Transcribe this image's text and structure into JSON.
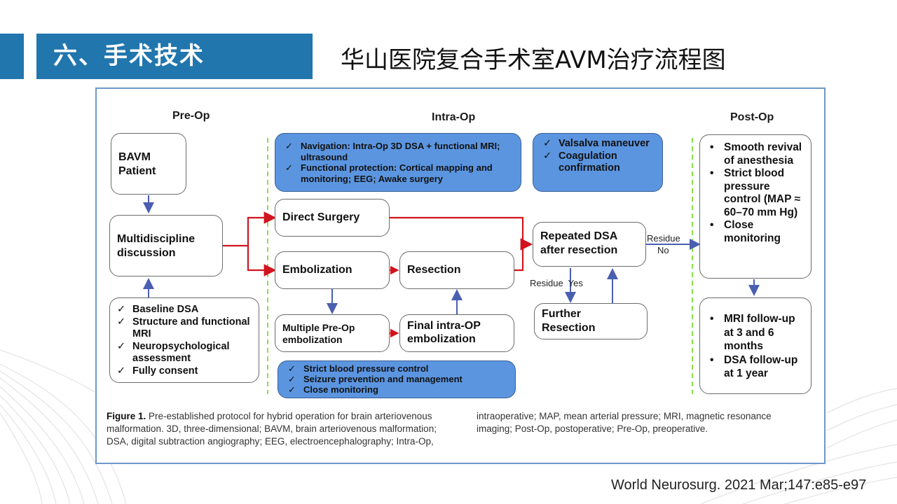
{
  "header": {
    "section_title": "六、手术技术",
    "slide_title": "华山医院复合手术室AVM治疗流程图"
  },
  "phases": {
    "pre_op": "Pre-Op",
    "intra_op": "Intra-Op",
    "post_op": "Post-Op"
  },
  "pre_op": {
    "patient_box": [
      "BAVM",
      "Patient"
    ],
    "discussion_box": [
      "Multidiscipline",
      "discussion"
    ],
    "workup_items": [
      "Baseline DSA",
      "Structure and functional MRI",
      "Neuropsychological assessment",
      "Fully consent"
    ]
  },
  "intra_op": {
    "navigation_items": [
      "Navigation: Intra-Op 3D DSA + functional MRI; ultrasound",
      "Functional protection: Cortical mapping and monitoring; EEG; Awake surgery"
    ],
    "hemostasis_items": [
      "Valsalva maneuver",
      "Coagulation confirmation"
    ],
    "direct_surgery": "Direct Surgery",
    "embolization": "Embolization",
    "resection": "Resection",
    "multiple_preop_embolization": [
      "Multiple  Pre-Op",
      "embolization"
    ],
    "final_intraop_embolization": [
      "Final intra-OP",
      "embolization"
    ],
    "perioperative_items": [
      "Strict blood pressure control",
      "Seizure prevention and management",
      "Close monitoring"
    ],
    "repeated_dsa": [
      "Repeated DSA",
      "after resection"
    ],
    "further_resection": [
      "Further",
      "Resection"
    ],
    "residue_yes_label": "Residue  Yes",
    "residue_no_label_1": "Residue",
    "residue_no_label_2": "No"
  },
  "post_op": {
    "care_items": [
      "Smooth revival of anesthesia",
      "Strict blood pressure control (MAP ≈ 60–70 mm Hg)",
      "Close monitoring"
    ],
    "followup_items": [
      "MRI follow-up at 3 and 6 months",
      "DSA follow-up at 1 year"
    ]
  },
  "caption": {
    "label": "Figure 1.",
    "left": "Pre-established protocol for hybrid operation for brain arteriovenous malformation. 3D, three-dimensional; BAVM, brain arteriovenous malformation; DSA, digital subtraction angiography; EEG, electroencephalography; Intra-Op,",
    "right": "intraoperative; MAP, mean arterial pressure; MRI, magnetic resonance imaging; Post-Op, postoperative; Pre-Op, preoperative."
  },
  "citation": "World Neurosurg. 2021 Mar;147:e85-e97",
  "colors": {
    "header_blue": "#2176ad",
    "box_blue": "#5b95e0",
    "flow_red": "#d0141e",
    "flow_blue": "#4a5fb0",
    "divider_green": "#8be04a",
    "frame": "#6f97c9"
  }
}
